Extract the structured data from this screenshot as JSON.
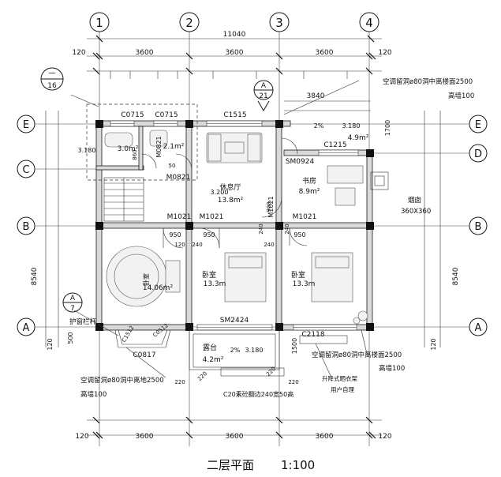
{
  "title": "二层平面",
  "scale": "1:100",
  "axes": {
    "columns": [
      "1",
      "2",
      "3",
      "4"
    ],
    "rows": [
      "E",
      "D",
      "C",
      "B",
      "A"
    ]
  },
  "dims": {
    "total": "11040",
    "top_120a": "120",
    "top_120b": "120",
    "top_bays": [
      "3600",
      "3600",
      "3600"
    ],
    "bottom_120a": "120",
    "bottom_120b": "120",
    "bottom_bays": [
      "3600",
      "3600",
      "3600"
    ],
    "balcony_3840": "3840",
    "left_8540": "8540",
    "right_8540": "8540",
    "left_500": "500",
    "left_120": "120",
    "right_120": "120",
    "right_1700": "1700",
    "right_1500": "1500",
    "d_950a": "950",
    "d_950b": "950",
    "d_950c": "950",
    "d_120": "120",
    "d_240a": "240",
    "d_240b": "240",
    "d_240c": "240",
    "d_240d": "240",
    "d_900": "900",
    "d_860": "860",
    "d_220a": "220",
    "d_220b": "220",
    "d_220c": "220",
    "d_220d": "220",
    "d_50": "50"
  },
  "rooms": {
    "lounge_name": "休息厅",
    "lounge_area": "13.8m²",
    "study_name": "书房",
    "study_area": "8.9m²",
    "bed1_name": "卧室",
    "bed1_area": "14.06m²",
    "bed2_name": "卧室",
    "bed2_area": "13.3m",
    "bed3_name": "卧室",
    "bed3_area": "13.3m",
    "bath1_area": "3.0m²",
    "bath2_area": "2.1m²",
    "balc_area": "4.9m²",
    "terrace_name": "露台",
    "terrace_area": "4.2m²"
  },
  "labels": {
    "c0715a": "C0715",
    "c0715b": "C0715",
    "c1515": "C1515",
    "c1215": "C1215",
    "sm0924": "SM0924",
    "m0821a": "M0821",
    "m0821b": "M0821",
    "m1021a": "M1021",
    "m1021b": "M1021",
    "m1021c": "M1021",
    "m1021d": "M1021",
    "sm2424": "SM2424",
    "c2118": "C2118",
    "c0817": "C0817",
    "c1512": "C1512",
    "c0512": "C0512",
    "elev_3180a": "3.180",
    "elev_3180b": "3.180",
    "elev_3180c": "3.180",
    "elev_3200": "3.200",
    "slope_a": "2%",
    "slope_b": "2%",
    "chimney": "烟囱",
    "chimney_size": "360X360",
    "ac_top_a": "空调留洞ø80洞中离楼面2500",
    "ac_top_b": "高墙100",
    "ac_right_a": "空调留洞ø80洞中离楼面2500",
    "ac_right_b": "高墙100",
    "ac_left_a": "空调留洞ø80洞中离地2500",
    "ac_left_b": "高墙100",
    "guard_rail": "护窗栏杆",
    "hanger_a": "升降式晒衣架",
    "hanger_b": "用户自理",
    "c20": "C20素砼翻边240宽50高",
    "detail_top": "一",
    "detail_bot": "16",
    "sec_top": "A",
    "sec_bot": "21",
    "sec2_top": "A",
    "sec2_bot": "7"
  }
}
